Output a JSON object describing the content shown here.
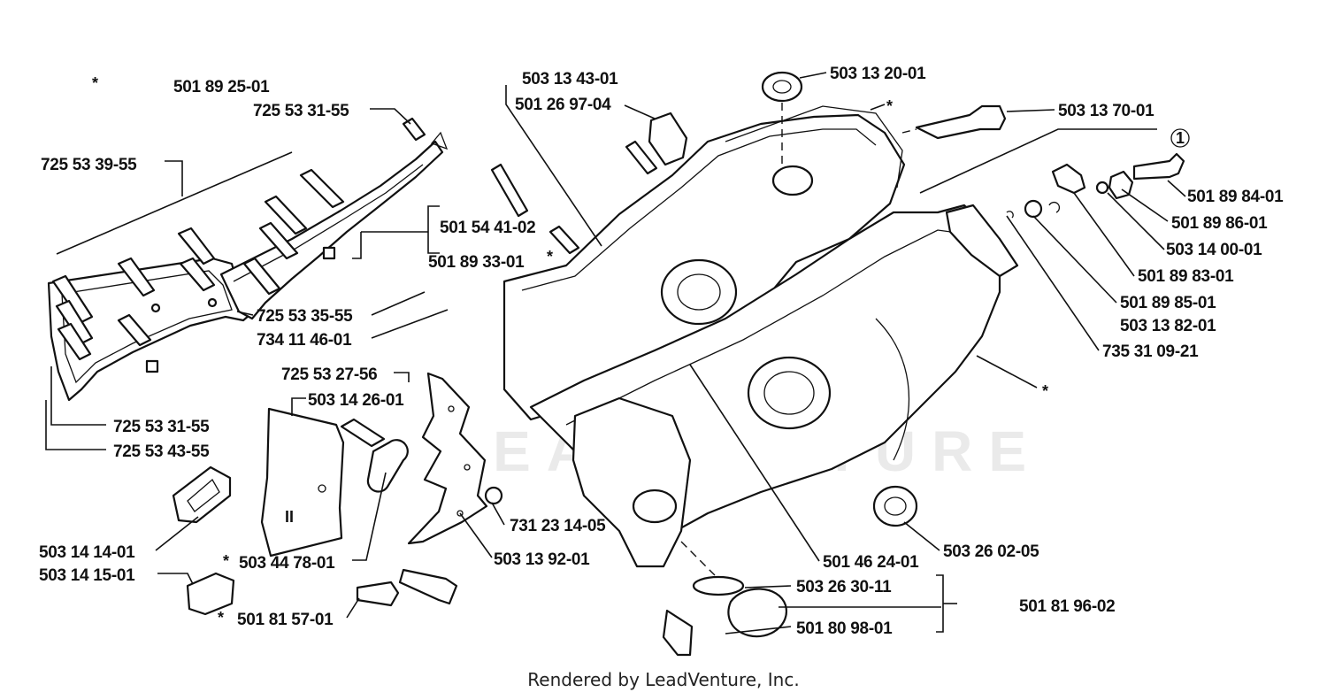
{
  "labels": {
    "l_5018925": "501 89 25-01",
    "l_7255331a": "725 53 31-55",
    "l_7255339": "725 53 39-55",
    "l_5015441": "501 54 41-02",
    "l_5018933": "501 89 33-01",
    "l_7255335": "725 53 35-55",
    "l_7341146": "734 11 46-01",
    "l_7255327": "725 53 27-56",
    "l_5031426": "503 14 26-01",
    "l_7255331b": "725 53 31-55",
    "l_7255343": "725 53 43-55",
    "l_5031414": "503 14 14-01",
    "l_5031415": "503 14 15-01",
    "l_5034478": "503 44 78-01",
    "l_5018157": "501 81 57-01",
    "l_7312314": "731 23 14-05",
    "l_5031392": "503 13 92-01",
    "l_5031343": "503 13 43-01",
    "l_5012697": "501 26 97-04",
    "l_5031320": "503 13 20-01",
    "l_5031370": "503 13 70-01",
    "l_5018984": "501 89 84-01",
    "l_5018986": "501 89 86-01",
    "l_5031400": "503 14 00-01",
    "l_5018983": "501 89 83-01",
    "l_5018985": "501 89 85-01",
    "l_5031382": "503 13 82-01",
    "l_7353109": "735 31 09-21",
    "l_5014624": "501 46 24-01",
    "l_5032602": "503 26 02-05",
    "l_5032630": "503 26 30-11",
    "l_5018098": "501 80 98-01",
    "l_5018196": "501 81 96-02"
  },
  "markers": {
    "asterisk": "*",
    "circled_one": "1"
  },
  "watermark": "LEADVENTURE",
  "credit": "Rendered by LeadVenture, Inc."
}
